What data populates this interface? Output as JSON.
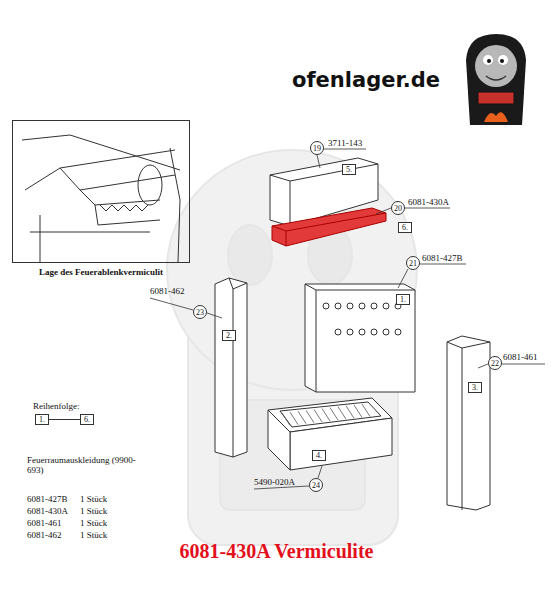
{
  "diagram": {
    "title": "6081-430A Vermiculite",
    "nodes": [
      {
        "text": [
          "Lage des Feuerablenkvermiculit"
        ]
      },
      {
        "text": [
          "19"
        ]
      },
      {
        "text": [
          "5."
        ]
      },
      {
        "text": [
          "20"
        ]
      },
      {
        "text": [
          "6."
        ]
      },
      {
        "text": [
          "21"
        ]
      },
      {
        "text": [
          "1."
        ]
      },
      {
        "text": [
          "23"
        ]
      },
      {
        "text": [
          "2."
        ]
      },
      {
        "text": [
          "22"
        ]
      },
      {
        "text": [
          "3."
        ]
      },
      {
        "text": [
          "1."
        ]
      },
      {
        "text": [
          "6."
        ]
      },
      {
        "text": [
          "4."
        ]
      },
      {
        "text": [
          "24"
        ]
      }
    ],
    "edges": [
      {
        "from": 11,
        "to": 12,
        "arrow": "none"
      }
    ],
    "labels": [
      "ofenlager.de",
      "3711-143",
      "6081-430A",
      "6081-427B",
      "6081-462",
      "6081-461",
      "5490-020A",
      "Reihenfolge:",
      "Feuerraumauskleidung (9900-693)",
      "6081-427B",
      "1 Stück",
      "6081-430A",
      "1 Stück",
      "6081-461",
      "1 Stück",
      "6081-462",
      "1 Stück"
    ]
  }
}
